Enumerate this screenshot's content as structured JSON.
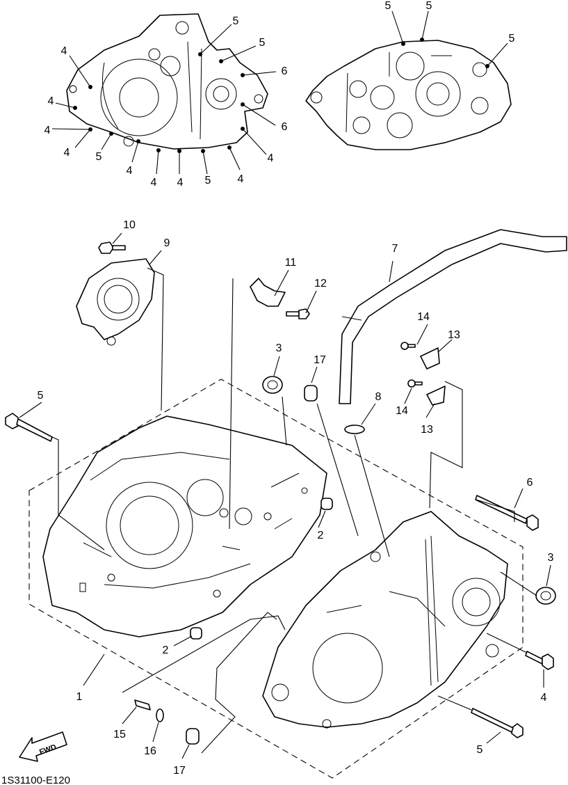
{
  "diagram_code": "1S31100-E120",
  "fwd_label": "FWD",
  "callouts": {
    "c1": "1",
    "c2a": "2",
    "c2b": "2",
    "c3a": "3",
    "c3b": "3",
    "c4a": "4",
    "c4b": "4",
    "c4c": "4",
    "c4d": "4",
    "c4e": "4",
    "c4f": "4",
    "c4g": "4",
    "c4h": "4",
    "c4i": "4",
    "c5a": "5",
    "c5b": "5",
    "c5c": "5",
    "c5d": "5",
    "c5e": "5",
    "c5f": "5",
    "c5g": "5",
    "c5h": "5",
    "c5i": "5",
    "c6a": "6",
    "c6b": "6",
    "c6c": "6",
    "c7": "7",
    "c8": "8",
    "c9": "9",
    "c10": "10",
    "c11": "11",
    "c12": "12",
    "c13a": "13",
    "c13b": "13",
    "c14a": "14",
    "c14b": "14",
    "c15": "15",
    "c16": "16",
    "c17a": "17",
    "c17b": "17"
  }
}
